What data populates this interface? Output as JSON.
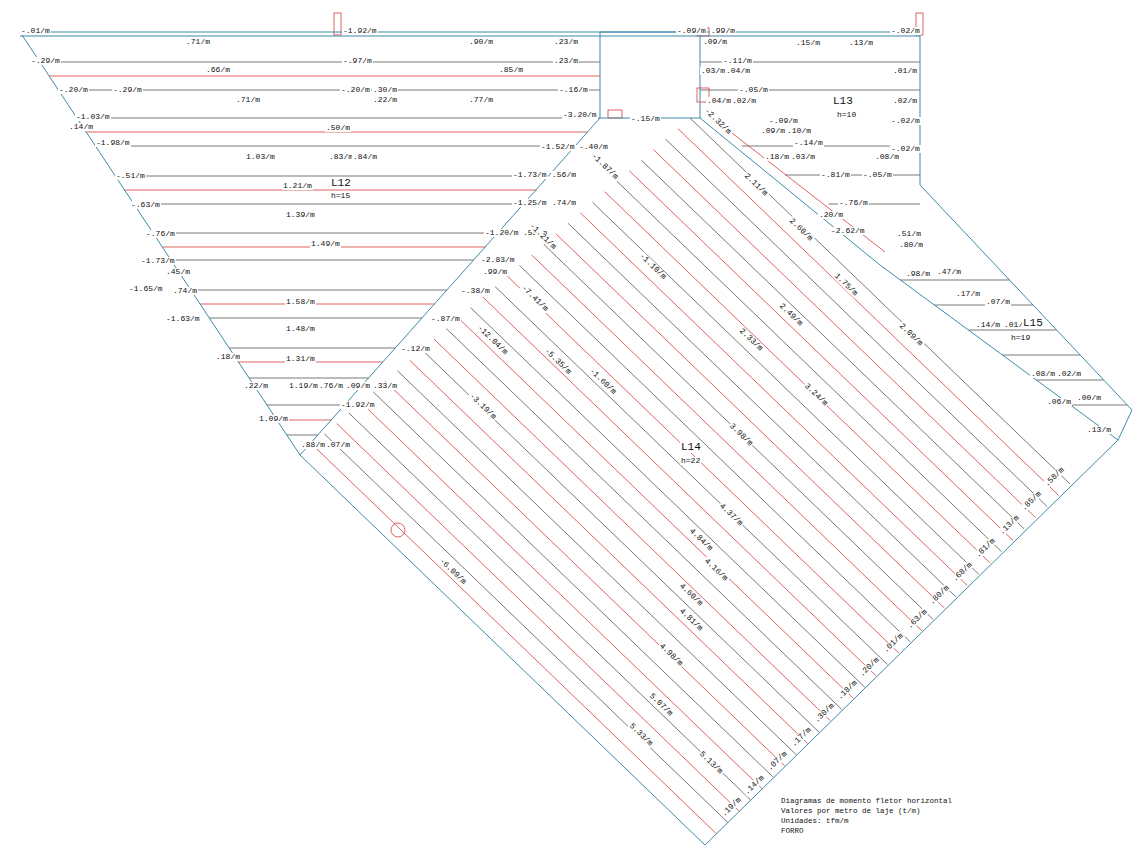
{
  "diagram": {
    "labels": [
      "-.01/m",
      "-1.92/m",
      ".71/m",
      ".90/m",
      ".23/m",
      "-.29/m",
      ".66/m",
      "-.97/m",
      ".85/m",
      ".23/m",
      "-.20/m",
      "-.29/m",
      ".71/m",
      "-.20/m",
      ".30/m",
      ".22/m",
      ".77/m",
      "-.16/m",
      "-1.03/m",
      ".14/m",
      ".50/m",
      "-3.20/m",
      "-.15/m",
      "-1.98/m",
      "1.03/m",
      ".83/m",
      ".84/m",
      "-1.52/m",
      "-.40/m",
      "-.51/m",
      "1.21/m",
      "L12",
      "h=15",
      "-1.73/m",
      ".56/m",
      "-.63/m",
      "1.39/m",
      "-1.25/m",
      ".74/m",
      "-.76/m",
      "1.49/m",
      "-1.20/m",
      ".59/m",
      "-1.73/m",
      ".45/m",
      "-2.83/m",
      ".99/m",
      "-1.65/m",
      ".74/m",
      "1.58/m",
      "-.38/m",
      "-1.63/m",
      "1.48/m",
      "-.87/m",
      ".18/m",
      "1.31/m",
      "-.12/m",
      ".22/m",
      "1.19/m",
      ".76/m",
      ".09/m",
      ".33/m",
      "-1.92/m",
      "1.09/m",
      ".88/m",
      ".07/m",
      "-.09/m",
      ".99/m",
      "-.02/m",
      ".09/m",
      ".15/m",
      ".13/m",
      "-.11/m",
      ".03/m",
      ".04/m",
      ".01/m",
      "-.05/m",
      ".04/m",
      ".02/m",
      "L13",
      "h=10",
      ".02/m",
      "-.09/m",
      ".09/m",
      ".10/m",
      "-.02/m",
      "-.14/m",
      ".18/m",
      ".03/m",
      "-.02/m",
      ".08/m",
      "-.81/m",
      "-.05/m",
      "-.76/m",
      ".20/m",
      "-2.62/m",
      ".51/m",
      ".80/m",
      ".98/m",
      ".47/m",
      ".17/m",
      ".07/m",
      ".14/m",
      ".01/m",
      "L15",
      "h=19",
      ".08/m",
      ".02/m",
      ".06/m",
      ".00/m",
      ".13/m",
      "-2.32/m",
      "-1.87/m",
      "-1.21/m",
      "-1.10/m",
      "-7.41/m",
      "-12.04/m",
      "-5.35/m",
      "-1.60/m",
      "-3.19/m",
      "-6.09/m",
      "2.11/m",
      "2.60/m",
      "2.09/m",
      "1.75/m",
      "2.49/m",
      "2.33/m",
      "3.24/m",
      "3.98/m",
      "4.37/m",
      "4.84/m",
      "4.16/m",
      "4.60/m",
      "4.81/m",
      "4.98/m",
      "5.07/m",
      "5.33/m",
      "5.13/m",
      "L14",
      "h=22",
      ".19/m",
      ".14/m",
      ".07/m",
      ".17/m",
      ".30/m",
      ".18/m",
      ".20/m",
      ".01/m",
      ".63/m",
      ".80/m",
      ".68/m",
      ".81/m",
      ".13/m",
      ".85/m",
      ".58/m",
      "Diagramas de momento fletor horizontal",
      "Valores por metro de laje (t/m)",
      "Unidades: tfm/m",
      "FORRO"
    ]
  }
}
